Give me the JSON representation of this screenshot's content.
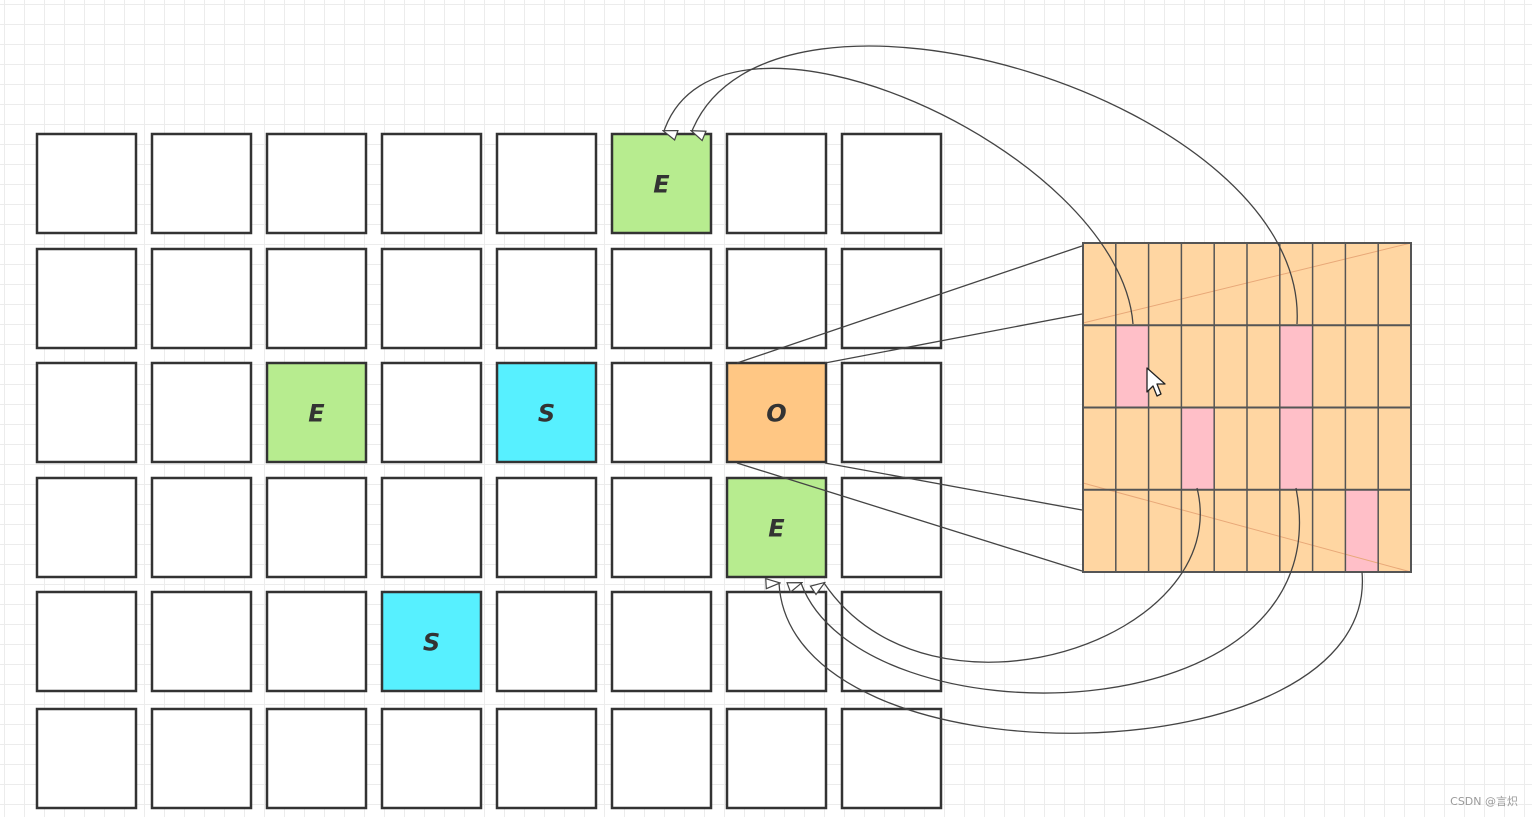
{
  "grid": {
    "rows": 6,
    "cols": 8,
    "highlighted_cells": [
      {
        "row": 0,
        "col": 5,
        "letter": "E",
        "kind": "E"
      },
      {
        "row": 2,
        "col": 2,
        "letter": "E",
        "kind": "E"
      },
      {
        "row": 2,
        "col": 4,
        "letter": "S",
        "kind": "S"
      },
      {
        "row": 2,
        "col": 6,
        "letter": "O",
        "kind": "O"
      },
      {
        "row": 3,
        "col": 6,
        "letter": "E",
        "kind": "E"
      },
      {
        "row": 4,
        "col": 3,
        "letter": "S",
        "kind": "S"
      }
    ]
  },
  "bitmap": {
    "rows": 4,
    "cols": 10,
    "marked": [
      [
        1,
        1
      ],
      [
        1,
        6
      ],
      [
        2,
        3
      ],
      [
        2,
        6
      ],
      [
        3,
        8
      ]
    ]
  },
  "colors": {
    "cell_fill": "#ffffff",
    "cell_border": "#333333",
    "E": "#b7ec8f",
    "S": "#57f0ff",
    "O": "#ffc784",
    "bitmap_fill": "#ffd6a2",
    "bitmap_marked": "#ffbfc8",
    "connector": "#444444",
    "diagonal": "#e8a878"
  },
  "watermark": "CSDN @言炽"
}
